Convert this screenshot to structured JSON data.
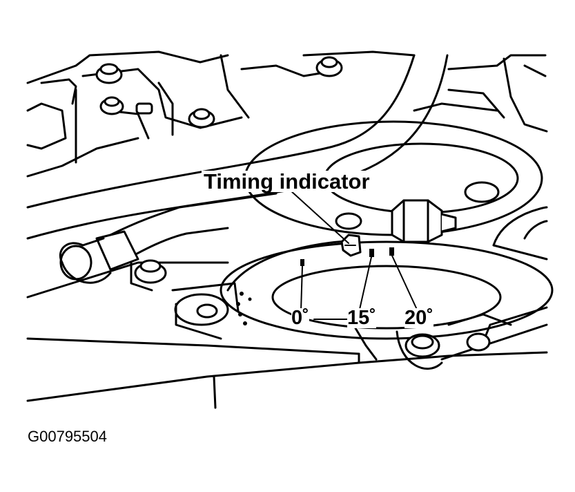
{
  "labels": {
    "timing_indicator": "Timing indicator",
    "mark_0": "0˚",
    "mark_15": "15˚",
    "mark_20": "20˚"
  },
  "figure_code": "G00795504",
  "colors": {
    "ink": "#000000",
    "paper": "#ffffff"
  }
}
